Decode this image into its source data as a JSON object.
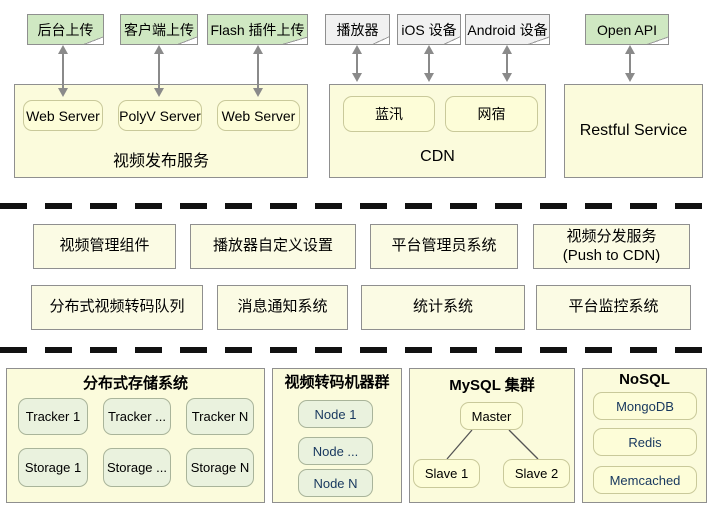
{
  "palette": {
    "sticky_green": "#cfe8c2",
    "sticky_gray": "#f1f1f1",
    "panel_yellow": "#fbfbdc",
    "panel_border": "#8f8f8f",
    "chip_yellow": "#fdfdd8",
    "chip_yellow_border": "#c9c99a",
    "chip_green": "#eaf2de",
    "chip_green_border": "#a9b49a",
    "arrow_gray": "#8a8a8a",
    "navy_text": "#17375e"
  },
  "sources": [
    {
      "label": "后台上传"
    },
    {
      "label": "客户端上传"
    },
    {
      "label": "Flash 插件上传"
    },
    {
      "label": "播放器"
    },
    {
      "label": "iOS 设备"
    },
    {
      "label": "Android 设备"
    },
    {
      "label": "Open API"
    }
  ],
  "tier2": {
    "publish": {
      "title": "视频发布服务",
      "servers": [
        "Web Server",
        "PolyV Server",
        "Web Server"
      ]
    },
    "cdn": {
      "title": "CDN",
      "providers": [
        "蓝汛",
        "网宿"
      ]
    },
    "restful": {
      "title": "Restful Service"
    }
  },
  "services": {
    "row1": [
      "视频管理组件",
      "播放器自定义设置",
      "平台管理员系统",
      "视频分发服务\n(Push to CDN)"
    ],
    "row2": [
      "分布式视频转码队列",
      "消息通知系统",
      "统计系统",
      "平台监控系统"
    ]
  },
  "infrastructure": {
    "storage": {
      "title": "分布式存储系统",
      "nodes": [
        "Tracker 1",
        "Tracker ...",
        "Tracker N",
        "Storage 1",
        "Storage ...",
        "Storage N"
      ]
    },
    "transcode": {
      "title": "视频转码机器群",
      "nodes": [
        "Node 1",
        "Node ...",
        "Node N"
      ]
    },
    "mysql": {
      "title": "MySQL 集群",
      "master": "Master",
      "slaves": [
        "Slave 1",
        "Slave 2"
      ]
    },
    "nosql": {
      "title": "NoSQL",
      "nodes": [
        "MongoDB",
        "Redis",
        "Memcached"
      ]
    }
  }
}
